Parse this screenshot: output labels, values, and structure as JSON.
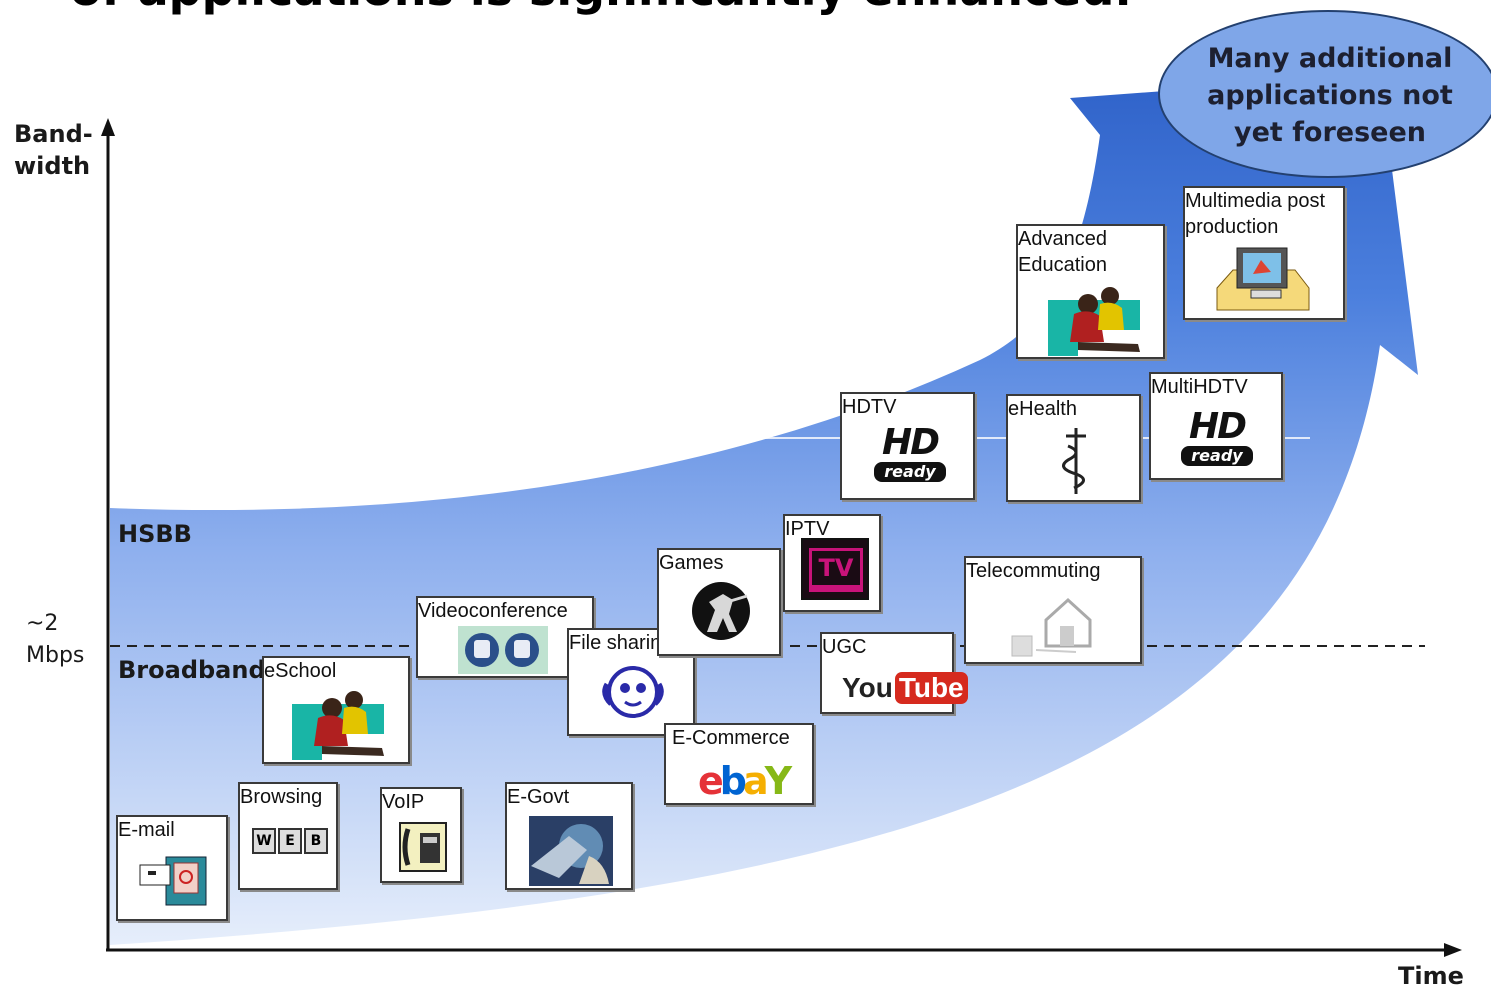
{
  "title": "of applications is significantly enhanced.",
  "axes": {
    "y_label_line1": "Band-",
    "y_label_line2": "width",
    "x_label": "Time",
    "threshold_line1": "~2",
    "threshold_line2": "Mbps"
  },
  "zones": {
    "upper": "HSBB",
    "lower": "Broadband"
  },
  "bubble": {
    "line1": "Many additional",
    "line2": "applications not",
    "line3": "yet foreseen"
  },
  "apps": {
    "email": "E-mail",
    "browsing": "Browsing",
    "voip": "VoIP",
    "egovt": "E-Govt",
    "eschool": "eSchool",
    "videoconference": "Videoconference",
    "file_sharing": "File sharing",
    "games": "Games",
    "iptv": "IPTV",
    "ecommerce_line": "E-Commerce",
    "ugc": "UGC",
    "hdtv": "HDTV",
    "ehealth": "eHealth",
    "telecommuting": "Telecommuting",
    "advanced_education_1": "Advanced",
    "advanced_education_2": "Education",
    "multihdtv": "MultiHDTV",
    "multimedia_1": "Multimedia post",
    "multimedia_2": "production"
  },
  "logos": {
    "hd_word": "HD",
    "ready_word": "ready",
    "web_w": "W",
    "web_e": "E",
    "web_b": "B",
    "tv_word": "TV",
    "you_word": "You",
    "tube_word": "Tube",
    "ebay_e": "e",
    "ebay_b": "b",
    "ebay_a": "a",
    "ebay_y": "Y"
  },
  "colors": {
    "arrow_dark": "#3a6fd6",
    "arrow_light": "#dce7f8",
    "bubble_fill": "#7fa6e8",
    "youtube_red": "#d62a1e",
    "tv_magenta": "#c8137a"
  },
  "icons": [
    "envelope-icon",
    "web-keys-icon",
    "phone-icon",
    "globe-hand-icon",
    "students-icon",
    "video-call-icon",
    "napster-icon",
    "gamer-icon",
    "tv-icon",
    "ebay-logo",
    "youtube-logo",
    "hd-ready-logo",
    "caduceus-icon",
    "house-icon",
    "computer-icon"
  ]
}
